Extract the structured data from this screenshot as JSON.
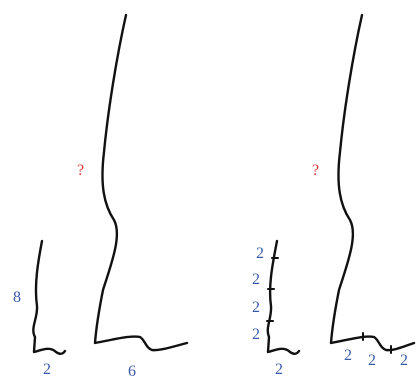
{
  "colors": {
    "stroke": "#111111",
    "blue": "#3a5ba8",
    "red": "#e03a3a"
  },
  "left_figure": {
    "small_boot": {
      "height_label": "8",
      "base_label": "2"
    },
    "large_boot": {
      "height_label": "?",
      "base_label": "6"
    }
  },
  "right_figure": {
    "small_boot": {
      "height_labels": [
        "2",
        "2",
        "2",
        "2"
      ],
      "base_label": "2"
    },
    "large_boot": {
      "height_label": "?",
      "base_labels": [
        "2",
        "2",
        "2"
      ]
    }
  }
}
